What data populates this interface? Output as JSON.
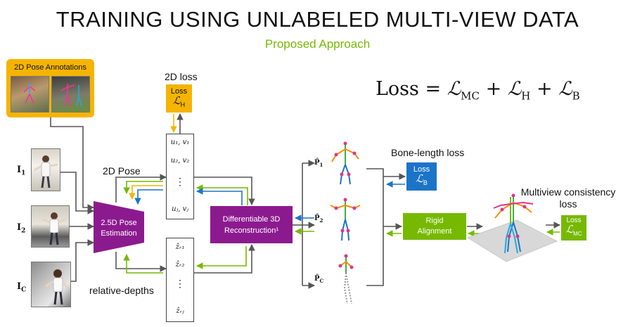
{
  "header": {
    "title": "TRAINING USING UNLABELED MULTI-VIEW DATA",
    "subtitle": "Proposed Approach"
  },
  "formula": {
    "lhs": "Loss",
    "eq": "=",
    "mc": "MC",
    "h": "H",
    "b": "B",
    "plus": "+"
  },
  "annotations": {
    "title": "2D Pose Annotations"
  },
  "inputs": {
    "i1": "I",
    "i1_sub": "1",
    "i2": "I",
    "i2_sub": "2",
    "ic": "I",
    "ic_sub": "C"
  },
  "labels": {
    "pose2d": "2D Pose",
    "relative_depths": "relative-depths",
    "loss2d": "2D loss",
    "bone_length": "Bone-length loss",
    "multiview": "Multiview consistency loss"
  },
  "estimator": {
    "line1": "2.5D Pose",
    "line2": "Estimation"
  },
  "reconstruction": {
    "line1": "Differentiable 3D",
    "line2": "Reconstruction¹"
  },
  "rigid": {
    "line1": "Rigid",
    "line2": "Alignment"
  },
  "loss_boxes": {
    "h": {
      "word": "Loss",
      "sub": "H"
    },
    "b": {
      "word": "Loss",
      "sub": "B"
    },
    "mc": {
      "word": "Loss",
      "sub": "MC"
    }
  },
  "uv_vector": {
    "r1": "u₁, v₁",
    "r2": "u₂, v₂",
    "dots": "⋮",
    "rj": "uⱼ, vⱼ"
  },
  "z_vector": {
    "r1": "ẑᵣ₁",
    "r2": "ẑᵣ₂",
    "dots": "⋮",
    "rj": "ẑᵣⱼ"
  },
  "poses": {
    "p1": "P̂",
    "p1_sub": "1",
    "p2": "P̂",
    "p2_sub": "2",
    "pc": "P̂",
    "pc_sub": "C"
  },
  "colors": {
    "green": "#76b900",
    "blue": "#1b74c8",
    "yellow": "#f5b400",
    "purple": "#8c1a8f"
  }
}
